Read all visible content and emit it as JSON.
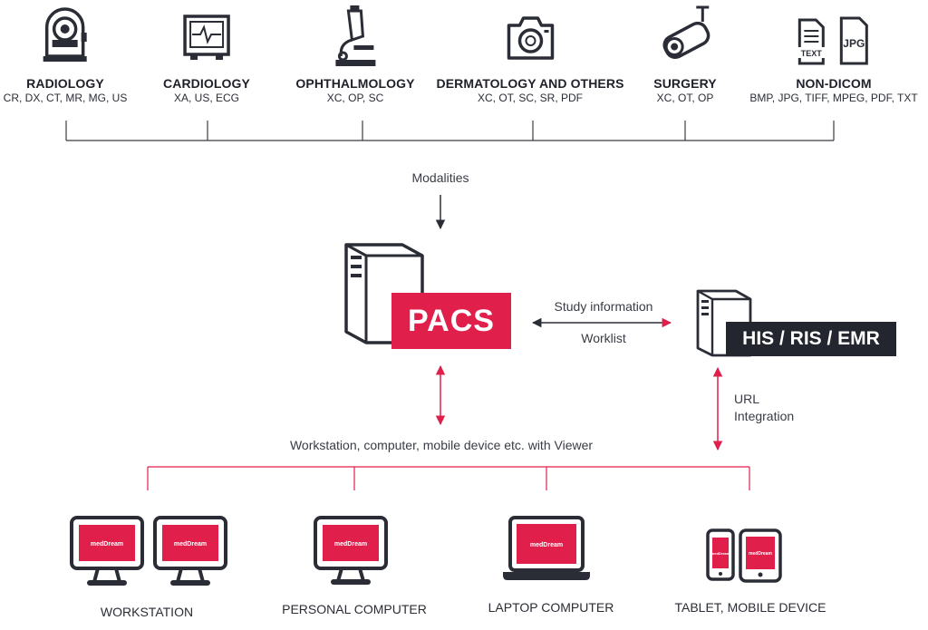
{
  "modalities": [
    {
      "id": "radiology",
      "title": "RADIOLOGY",
      "codes": "CR, DX, CT, MR, MG, US",
      "icon": "ct-scanner-icon"
    },
    {
      "id": "cardiology",
      "title": "CARDIOLOGY",
      "codes": "XA, US, ECG",
      "icon": "ecg-monitor-icon"
    },
    {
      "id": "ophthalmology",
      "title": "OPHTHALMOLOGY",
      "codes": "XC, OP, SC",
      "icon": "microscope-icon"
    },
    {
      "id": "dermatology",
      "title": "DERMATOLOGY AND OTHERS",
      "codes": "XC, OT, SC, SR, PDF",
      "icon": "camera-icon"
    },
    {
      "id": "surgery",
      "title": "SURGERY",
      "codes": "XC, OT, OP",
      "icon": "surgical-camera-icon"
    },
    {
      "id": "non-dicom",
      "title": "NON-DICOM",
      "codes": "BMP, JPG, TIFF, MPEG, PDF, TXT",
      "icon": "file-icons"
    }
  ],
  "file_icons": {
    "text": "TEXT",
    "jpg": "JPG"
  },
  "modalities_label": "Modalities",
  "pacs": {
    "label": "PACS",
    "icon": "server-tower-icon"
  },
  "his": {
    "label": "HIS / RIS / EMR",
    "icon": "server-tower-icon"
  },
  "link_pacs_his": {
    "top": "Study information",
    "bottom": "Worklist"
  },
  "url_integration": {
    "line1": "URL",
    "line2": "Integration"
  },
  "viewer_label": "Workstation, computer, mobile device etc. with Viewer",
  "screen_brand": "medDream",
  "devices": [
    {
      "id": "workstation",
      "label": "WORKSTATION",
      "icon": "dual-monitor-icon"
    },
    {
      "id": "personal-computer",
      "label": "PERSONAL COMPUTER",
      "icon": "monitor-icon"
    },
    {
      "id": "laptop",
      "label": "LAPTOP COMPUTER",
      "icon": "laptop-icon"
    },
    {
      "id": "tablet",
      "label": "TABLET, MOBILE DEVICE",
      "icon": "tablet-phone-icon"
    }
  ],
  "colors": {
    "accent": "#e01f4b",
    "dark": "#23262f",
    "line": "#3a3c45"
  }
}
